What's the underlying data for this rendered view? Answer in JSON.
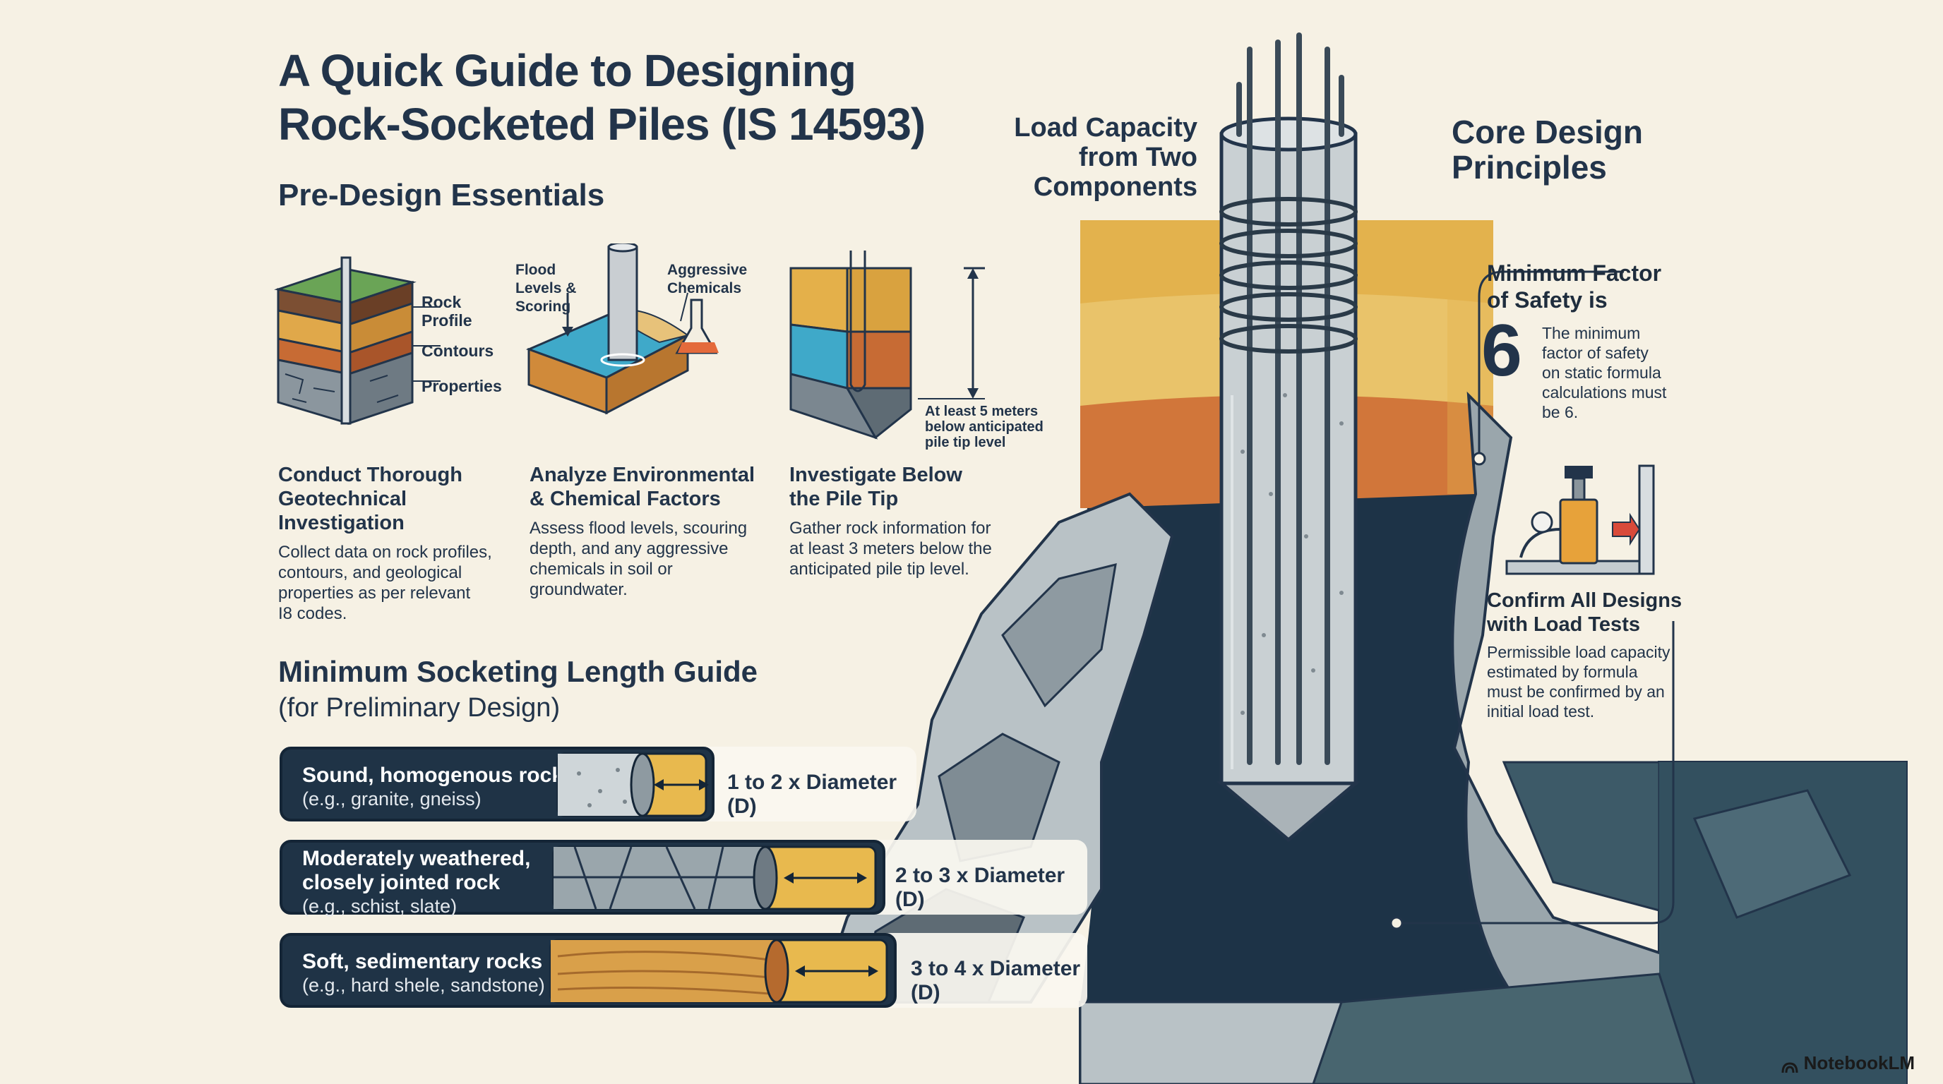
{
  "title": {
    "line1": "A Quick Guide to Designing",
    "line2": "Rock-Socketed Piles (IS 14593)"
  },
  "pre_design": {
    "heading": "Pre-Design Essentials",
    "cards": [
      {
        "callouts": [
          "Rock Profile",
          "Contours",
          "Properties"
        ],
        "title_line1": "Conduct Thorough",
        "title_line2": "Geotechnical Investigation",
        "body": [
          "Collect data on rock profiles,",
          "contours, and geological",
          "properties as per relevant",
          "I8 codes."
        ]
      },
      {
        "callouts": [
          "Flood Levels & Scoring",
          "Aggressive Chemicals"
        ],
        "title_line1": "Analyze Environmental",
        "title_line2": "& Chemical Factors",
        "body": [
          "Assess flood levels, scouring",
          "depth, and any aggressive",
          "chemicals in soil or",
          "groundwater."
        ]
      },
      {
        "callouts": [
          "At least 5 meters below anticipated pile tip level"
        ],
        "title_line1": "Investigate Below",
        "title_line2": "the Pile Tip",
        "body": [
          "Gather rock information for",
          "at least 3 meters below the",
          "anticipated pile tip level."
        ]
      }
    ]
  },
  "socketing": {
    "heading": "Minimum Socketing Length Guide",
    "subheading": "(for Preliminary Design)",
    "rows": [
      {
        "line1": "Sound, homogenous rock",
        "line2": "",
        "example": "(e.g., granite, gneiss)",
        "value": "1 to 2 x Diameter (D)"
      },
      {
        "line1": "Moderately weathered,",
        "line2": "closely jointed rock",
        "example": "(e.g., schist, slate)",
        "value": "2 to 3 x Diameter (D)"
      },
      {
        "line1": "Soft, sedimentary rocks",
        "line2": "",
        "example": "(e.g., hard shele, sandstone)",
        "value": "3 to 4 x Diameter (D)"
      }
    ]
  },
  "center": {
    "title_line1": "Load Capacity",
    "title_line2": "from Two",
    "title_line3": "Components"
  },
  "principles": {
    "heading_line1": "Core Design",
    "heading_line2": "Principles",
    "safety": {
      "title_line1": "Minimum Factor",
      "title_line2": "of Safety is",
      "value": "6",
      "body": [
        "The minimum",
        "factor of safety",
        "on static formula",
        "calculations must",
        "be 6."
      ]
    },
    "load_test": {
      "title_line1": "Confirm All Designs",
      "title_line2": "with Load Tests",
      "body": [
        "Permissible load capacity",
        "estimated by formula",
        "must be confirmed by an",
        "initial load test."
      ]
    }
  },
  "brand": {
    "label": "NotebookLM",
    "icon": "notebooklm-logo-icon"
  },
  "colors": {
    "navy": "#1f3346",
    "sand": "#e8b94e",
    "clay": "#cf7a3c",
    "rock": "#9aa4ab",
    "water": "#3fa9c9",
    "background": "#f6f1e4"
  }
}
